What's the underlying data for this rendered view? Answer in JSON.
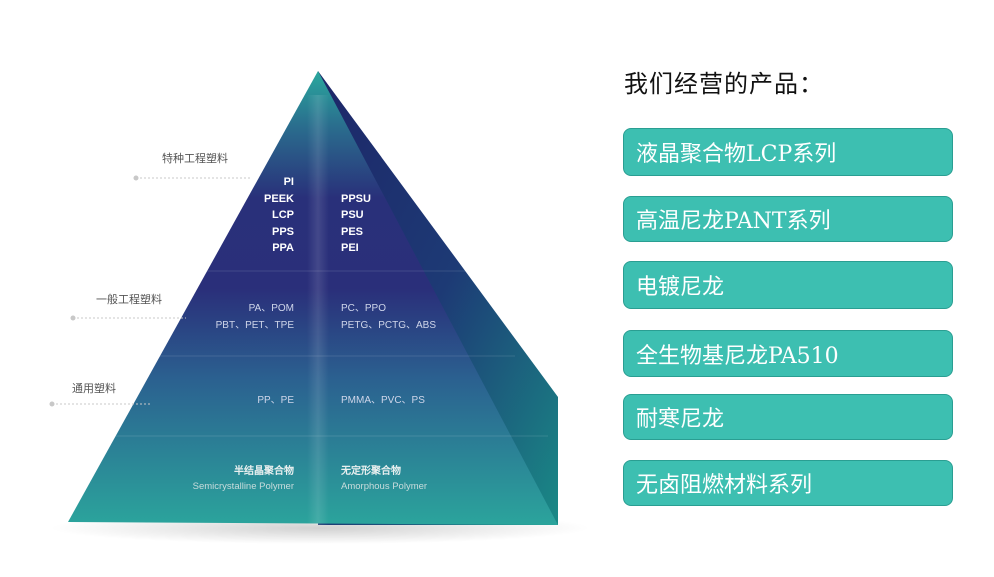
{
  "heading": "我们经营的产品：",
  "products": [
    "液晶聚合物LCP系列",
    "高温尼龙PANT系列",
    "电镀尼龙",
    "全生物基尼龙PA510",
    "耐寒尼龙",
    "无卤阻燃材料系列"
  ],
  "pyramid": {
    "tiers": {
      "special": "特种工程塑料",
      "general": "一般工程塑料",
      "common": "通用塑料"
    },
    "special_left": [
      "PI",
      "PEEK",
      "LCP",
      "PPS",
      "PPA"
    ],
    "special_right": [
      "PPSU",
      "PSU",
      "PES",
      "PEI"
    ],
    "general_left": [
      "PA、POM",
      "PBT、PET、TPE"
    ],
    "general_right": [
      "PC、PPO",
      "PETG、PCTG、ABS"
    ],
    "common_left": "PP、PE",
    "common_right": "PMMA、PVC、PS",
    "bottom_left_title": "半结晶聚合物",
    "bottom_left_sub": "Semicrystalline Polymer",
    "bottom_right_title": "无定形聚合物",
    "bottom_right_sub": "Amorphous Polymer"
  },
  "colors": {
    "teal": "#3dbfb1",
    "navy": "#262a6e",
    "pyramid_base": "#2aa29a"
  }
}
